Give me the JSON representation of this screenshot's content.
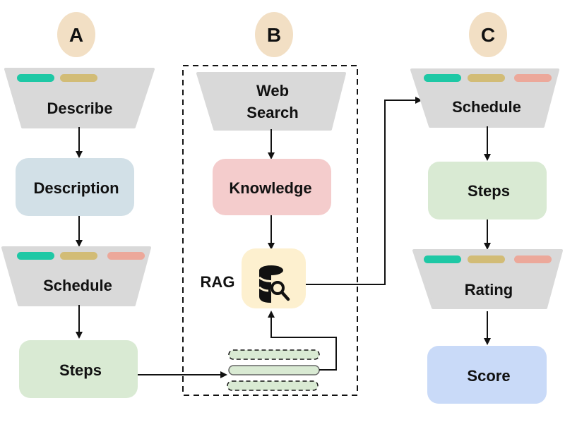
{
  "columns": {
    "a": {
      "label": "A"
    },
    "b": {
      "label": "B"
    },
    "c": {
      "label": "C"
    }
  },
  "nodes": {
    "a_describe": "Describe",
    "a_description": "Description",
    "a_schedule": "Schedule",
    "a_steps": "Steps",
    "b_web_search_line1": "Web",
    "b_web_search_line2": "Search",
    "b_knowledge": "Knowledge",
    "b_rag_label": "RAG",
    "c_schedule": "Schedule",
    "c_steps": "Steps",
    "c_rating": "Rating",
    "c_score": "Score"
  },
  "colors": {
    "circle": "#f2dfc4",
    "funnel": "#d9d9d9",
    "description": "#d2e0e7",
    "steps": "#d9ead3",
    "knowledge": "#f4cccc",
    "rag": "#fdf0cf",
    "score": "#c9daf8",
    "bar_teal": "#1ec8a5",
    "bar_gold": "#d2bc76",
    "bar_salmon": "#eca89a"
  }
}
